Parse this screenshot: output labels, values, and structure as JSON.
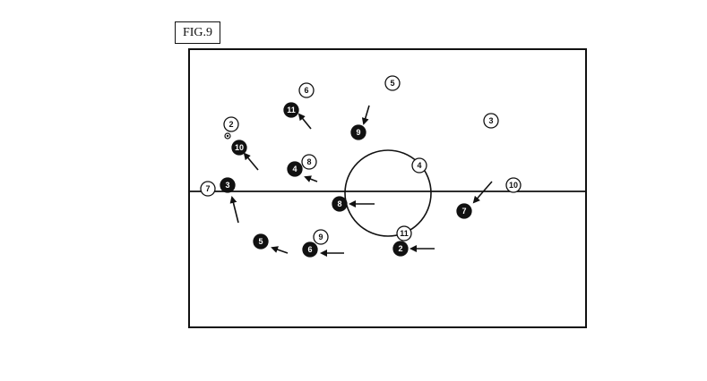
{
  "figure_label": "FIG.9",
  "colors": {
    "stroke": "#111111",
    "dark_fill": "#111111",
    "light_fill": "#ffffff",
    "dark_text": "#ffffff",
    "light_text": "#111111"
  },
  "players": [
    {
      "team": "light",
      "number": "6"
    },
    {
      "team": "light",
      "number": "5"
    },
    {
      "team": "light",
      "number": "3"
    },
    {
      "team": "light",
      "number": "2"
    },
    {
      "team": "light",
      "number": "8"
    },
    {
      "team": "light",
      "number": "4"
    },
    {
      "team": "light",
      "number": "7"
    },
    {
      "team": "light",
      "number": "10"
    },
    {
      "team": "light",
      "number": "9"
    },
    {
      "team": "light",
      "number": "11"
    },
    {
      "team": "dark",
      "number": "11"
    },
    {
      "team": "dark",
      "number": "9"
    },
    {
      "team": "dark",
      "number": "10"
    },
    {
      "team": "dark",
      "number": "4"
    },
    {
      "team": "dark",
      "number": "3"
    },
    {
      "team": "dark",
      "number": "8"
    },
    {
      "team": "dark",
      "number": "5"
    },
    {
      "team": "dark",
      "number": "6"
    },
    {
      "team": "dark",
      "number": "2"
    },
    {
      "team": "dark",
      "number": "7"
    }
  ]
}
